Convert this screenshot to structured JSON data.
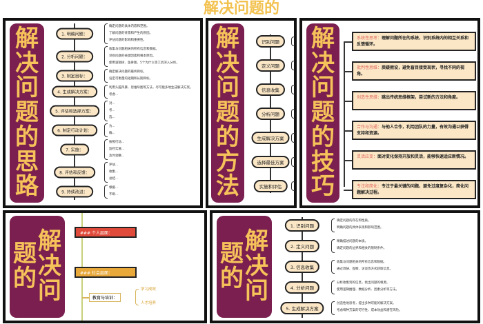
{
  "top_title": "解决问题的",
  "colors": {
    "title_bar": "#7a1f4f",
    "title_text": "#f6c25a",
    "node_fill": "#fbe7c6",
    "accent_red": "#e04a3a",
    "accent_orange": "#e8a83a"
  },
  "card_thinking": {
    "title": "解决问题的思路",
    "nodes": [
      {
        "label": "1. 明确问题：",
        "leaves": [
          "确定问题的具体内容和范围。",
          "了解问题的背景和产生的原因。",
          "评估问题的影响和重要性。"
        ]
      },
      {
        "label": "2. 分析问题：",
        "leaves": [
          "收集与问题相关的所有信息和数据。",
          "识别问题的关键因素和根本原因。",
          "使用逻辑树、鱼骨图、5个为什么等工具深入分析。"
        ]
      },
      {
        "label": "3. 制定目标：",
        "leaves": [
          "确定解决问题的最终目标。",
          "设定可衡量的短期和长期目标。"
        ]
      },
      {
        "label": "4. 生成解决方案：",
        "leaves": [
          "利用头脑风暴、思维导图等方法，尽可能多地生成解决方案。",
          "考虑..."
        ]
      },
      {
        "label": "5. 评估和选择方案：",
        "leaves": [
          "对...",
          "考...",
          "选..."
        ]
      },
      {
        "label": "6. 制定行动计划：",
        "leaves": [
          "为...",
          "确..."
        ]
      },
      {
        "label": "7. 实施：",
        "leaves": [
          "按照行动...",
          "监控实施...",
          "及时调整..."
        ]
      },
      {
        "label": "8. 评估和反馈：",
        "leaves": [
          "评估...",
          "收集...",
          "总结..."
        ]
      },
      {
        "label": "9. 持续改进：",
        "leaves": [
          "根据...",
          "不断..."
        ]
      }
    ]
  },
  "card_skills": {
    "title": "解决问题的技巧",
    "items": [
      {
        "name": "系统性思考：",
        "text": "理解问题所在的系统，识别系统内的相互关系和反馈循环。"
      },
      {
        "name": "批判性思维：",
        "text": "质疑假设，避免盲目接受现状，寻找不同的视角。"
      },
      {
        "name": "创造性思维：",
        "text": "跳出传统思维框架，尝试新的方法和角度。"
      },
      {
        "name": "合作与沟通：",
        "text": "与他人合作，利用团队的力量，有效沟通以获得支持和资源。"
      },
      {
        "name": "灵活应变：",
        "text": "面对变化保持开放和灵活，能够快速适应新情况。"
      },
      {
        "name": "专注和简化：",
        "text": "专注于最关键的问题，避免过度复杂化，简化问题解决过程。"
      }
    ]
  },
  "card_methods": {
    "title": "解决问题的方法",
    "nodes": [
      "识别问题",
      "定义问题",
      "信息收集",
      "分析问题",
      "生成解决方案",
      "选择最佳方案",
      "实施和评估"
    ]
  },
  "card_meaning": {
    "title": "解决问题的",
    "levels": [
      "### 个人层面：",
      "### 社会层面："
    ],
    "sub": {
      "label": "教育与培训：",
      "leaves": [
        "学习成效",
        "人才培养"
      ]
    }
  },
  "card_steps": {
    "title": "解决问题的",
    "nodes": [
      {
        "label": "1. 识别问题",
        "leaves": [
          "确定问题的存在和性质。",
          "明确问题的具体表现和影响范围。"
        ]
      },
      {
        "label": "2. 定义问题",
        "leaves": [
          "精确描述问题的本质。",
          "确定问题的边界和相关的限制条件。"
        ]
      },
      {
        "label": "3. 信息收集",
        "leaves": [
          "收集与问题相关的所有信息和数据。",
          "通过调研、观察、访谈等方式获取信息。"
        ]
      },
      {
        "label": "4. 分析问题",
        "leaves": [
          "分析收集到的信息，找出问题的根源。",
          "使用逻辑推理、数据分析、因素分析等方法。"
        ]
      },
      {
        "label": "5. 生成解决方案",
        "leaves": [
          "创造性地思考，提出多种可能的解决方案。",
          "考虑每种方案的可行性、成本效益和潜在风险。"
        ]
      }
    ]
  }
}
